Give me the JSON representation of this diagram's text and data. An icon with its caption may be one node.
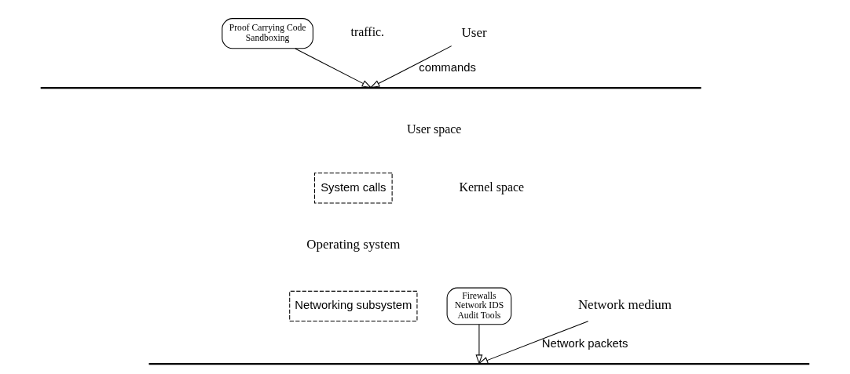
{
  "diagram": {
    "nodes": [
      {
        "text": [
          "User"
        ]
      },
      {
        "text": [],
        "shape": "line"
      },
      {
        "text": [
          "System calls"
        ]
      },
      {
        "text": [
          "Operating system"
        ]
      },
      {
        "text": [
          "Networking subsystem"
        ]
      },
      {
        "text": [],
        "shape": "line"
      },
      {
        "text": [
          "Network medium"
        ]
      },
      {
        "text": [
          "Proof Carrying Code",
          "Sandboxing"
        ]
      },
      {
        "text": [
          "Firewalls",
          "Network IDS",
          "Audit Tools"
        ]
      }
    ],
    "edges": [
      {
        "from": 0,
        "to": 1,
        "arrow": "to",
        "label": "commands"
      },
      {
        "from": 6,
        "to": 5,
        "arrow": "to",
        "label": "Network packets"
      },
      {
        "from": 7,
        "to": 1,
        "arrow": "to"
      },
      {
        "from": 8,
        "to": 5,
        "arrow": "to"
      }
    ],
    "labels": [
      "traffic.",
      "User space",
      "Kernel space"
    ]
  }
}
